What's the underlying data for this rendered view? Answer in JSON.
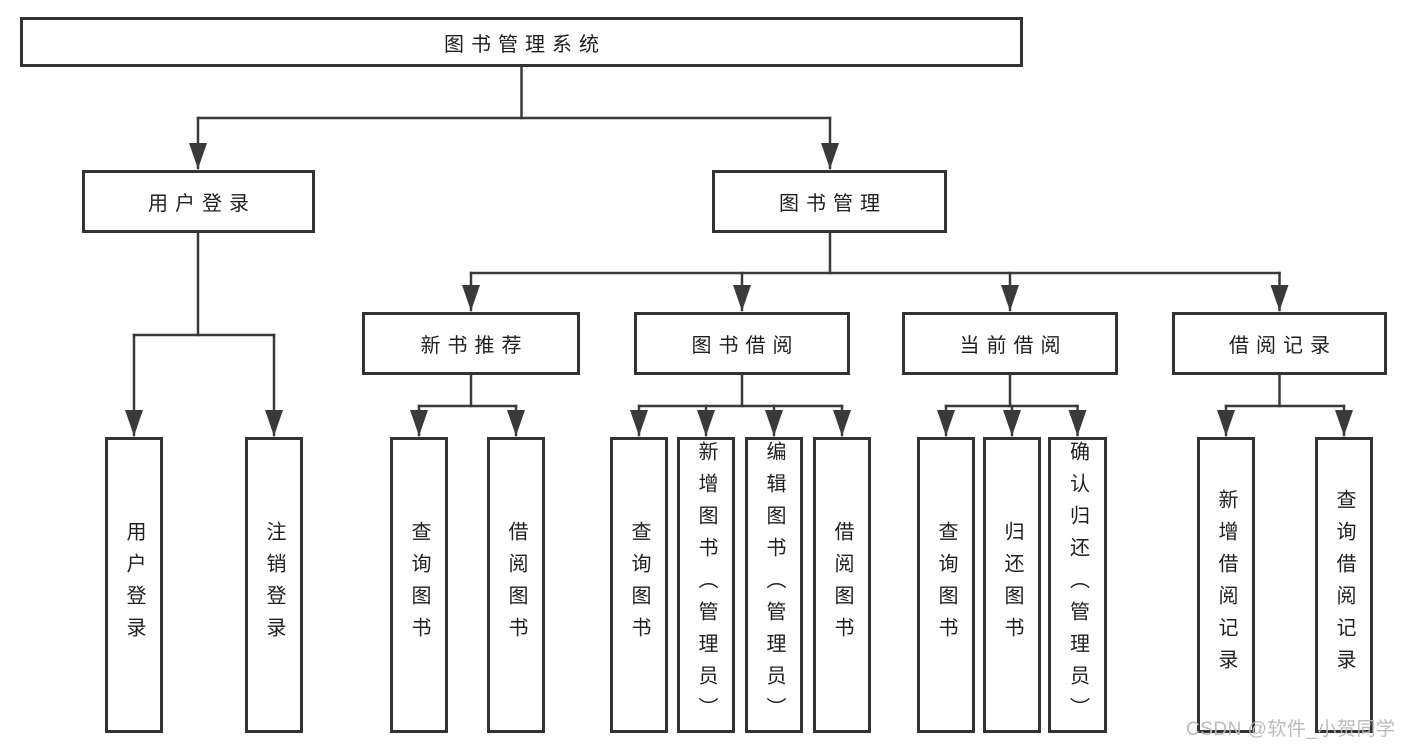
{
  "diagram": {
    "title": "图书管理系统",
    "tree": {
      "root": {
        "label": "图书管理系统"
      },
      "branches": [
        {
          "label": "用户登录",
          "children": [
            {
              "label": "用户登录"
            },
            {
              "label": "注销登录"
            }
          ]
        },
        {
          "label": "图书管理",
          "groups": [
            {
              "label": "新书推荐",
              "children": [
                {
                  "label": "查询图书"
                },
                {
                  "label": "借阅图书"
                }
              ]
            },
            {
              "label": "图书借阅",
              "children": [
                {
                  "label": "查询图书"
                },
                {
                  "label": "新增图书（管理员）"
                },
                {
                  "label": "编辑图书（管理员）"
                },
                {
                  "label": "借阅图书"
                }
              ]
            },
            {
              "label": "当前借阅",
              "children": [
                {
                  "label": "查询图书"
                },
                {
                  "label": "归还图书"
                },
                {
                  "label": "确认归还（管理员）"
                }
              ]
            },
            {
              "label": "借阅记录",
              "children": [
                {
                  "label": "新增借阅记录"
                },
                {
                  "label": "查询借阅记录"
                }
              ]
            }
          ]
        }
      ]
    },
    "colors": {
      "line": "#3a3a3a",
      "box_border": "#333333",
      "text": "#1f1f1f",
      "background": "#ffffff",
      "watermark": "#b7b7b7"
    }
  },
  "watermark": {
    "text": "CSDN @软件_小贺同学"
  }
}
